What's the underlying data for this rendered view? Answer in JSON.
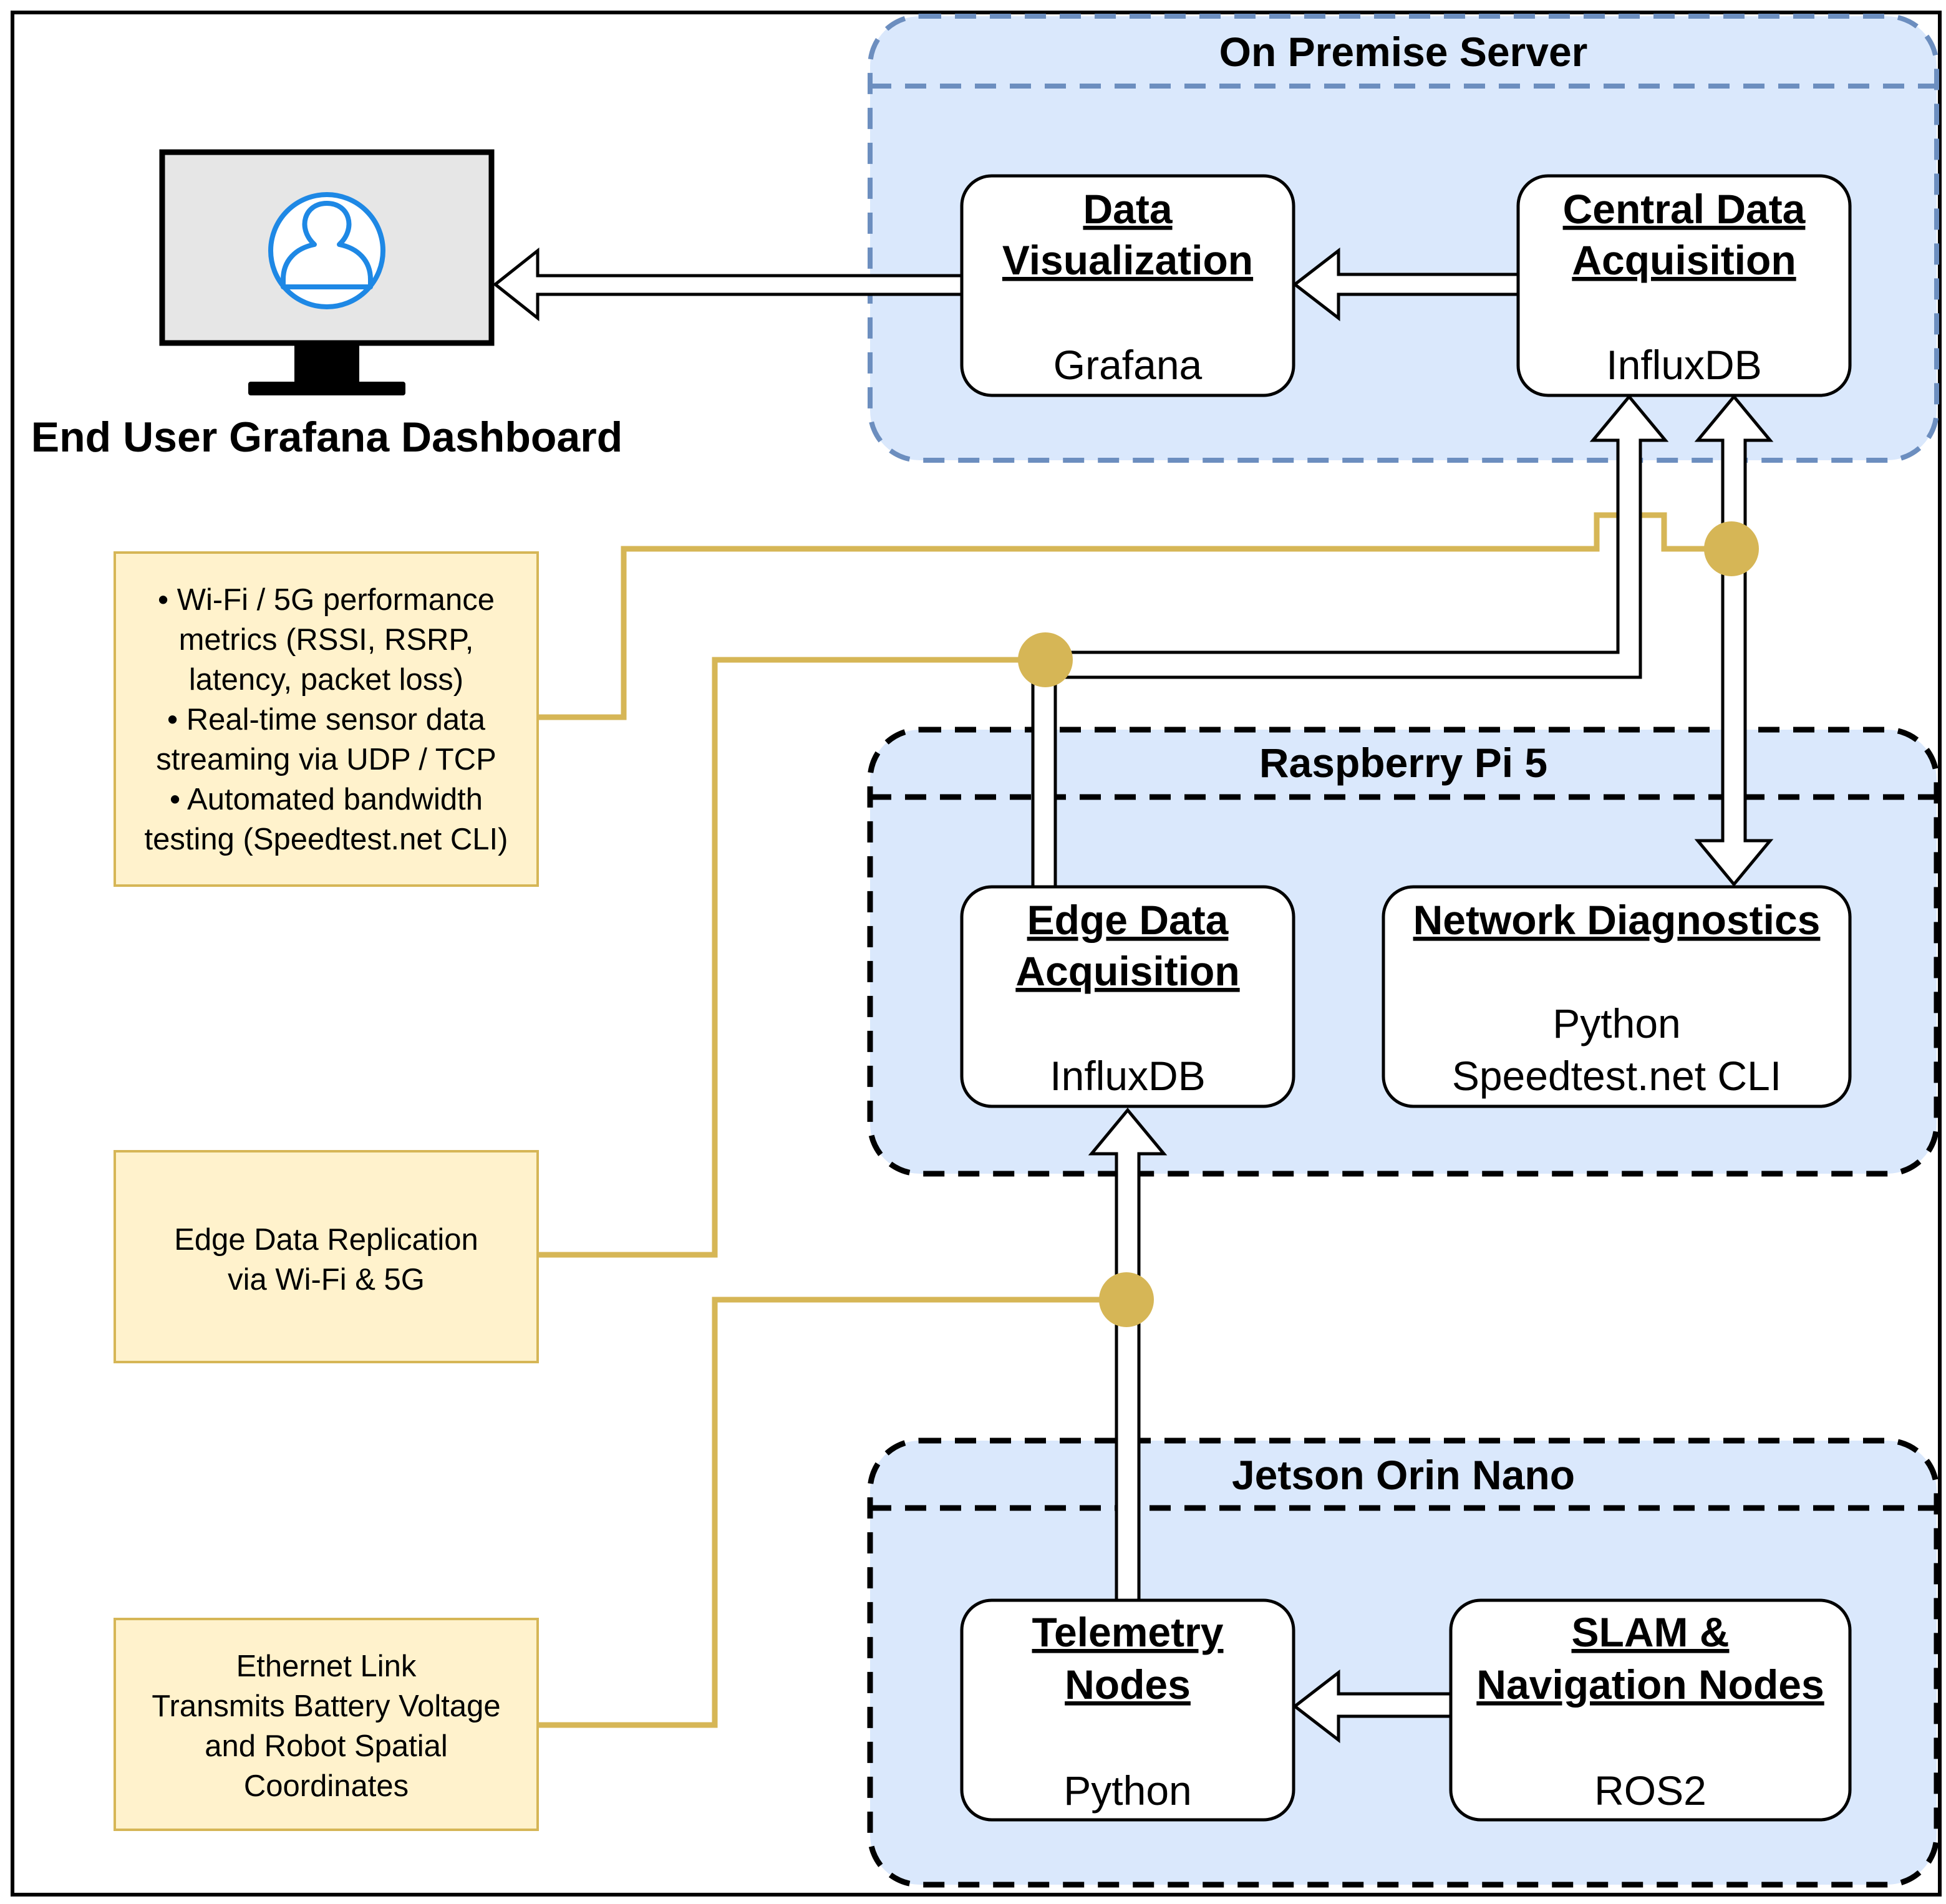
{
  "diagram": {
    "groups": {
      "on_premise": {
        "title": "On Premise Server"
      },
      "raspberry": {
        "title": "Raspberry Pi 5"
      },
      "jetson": {
        "title": "Jetson Orin Nano"
      }
    },
    "nodes": {
      "data_visualization": {
        "title_lines": [
          "Data",
          "Visualization"
        ],
        "subtitle": "Grafana"
      },
      "central_data_acquisition": {
        "title_lines": [
          "Central Data",
          "Acquisition"
        ],
        "subtitle": "InfluxDB"
      },
      "edge_data_acquisition": {
        "title_lines": [
          "Edge Data",
          "Acquisition"
        ],
        "subtitle": "InfluxDB"
      },
      "network_diagnostics": {
        "title_lines": [
          "Network Diagnostics"
        ],
        "subtitle_lines": [
          "Python",
          "Speedtest.net CLI"
        ]
      },
      "telemetry_nodes": {
        "title_lines": [
          "Telemetry",
          "Nodes"
        ],
        "subtitle": "Python"
      },
      "slam_navigation": {
        "title_lines": [
          "SLAM &",
          "Navigation Nodes"
        ],
        "subtitle": "ROS2"
      }
    },
    "monitor_label": "End User Grafana Dashboard",
    "notes": {
      "wifi_5g": [
        "• Wi-Fi / 5G performance",
        "metrics (RSSI, RSRP,",
        "latency, packet loss)",
        "• Real-time sensor data",
        "streaming via UDP / TCP",
        "• Automated bandwidth",
        "testing (Speedtest.net CLI)"
      ],
      "edge_replication": [
        "Edge Data Replication",
        "via Wi-Fi & 5G"
      ],
      "ethernet": [
        "Ethernet Link",
        "Transmits Battery Voltage",
        "and Robot Spatial",
        "Coordinates"
      ]
    },
    "colors": {
      "group_fill": "#dae8fc",
      "server_border": "#6c8ebf",
      "device_border": "#000000",
      "note_fill": "#fff2cc",
      "note_border": "#d6b656",
      "connector": "#d6b656",
      "user_icon": "#1e88e5",
      "monitor_screen": "#e6e6e6"
    },
    "icons": [
      "monitor-icon",
      "user-avatar-icon"
    ]
  }
}
